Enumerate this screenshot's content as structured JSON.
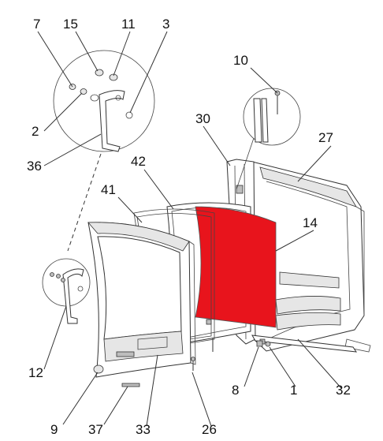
{
  "diagram": {
    "highlight_color": "#e8141c",
    "highlighted_part": "14",
    "callouts": [
      {
        "id": "7",
        "label": "7"
      },
      {
        "id": "15",
        "label": "15"
      },
      {
        "id": "11",
        "label": "11"
      },
      {
        "id": "3",
        "label": "3"
      },
      {
        "id": "2",
        "label": "2"
      },
      {
        "id": "36",
        "label": "36"
      },
      {
        "id": "10",
        "label": "10"
      },
      {
        "id": "30",
        "label": "30"
      },
      {
        "id": "27",
        "label": "27"
      },
      {
        "id": "42",
        "label": "42"
      },
      {
        "id": "41",
        "label": "41"
      },
      {
        "id": "14",
        "label": "14"
      },
      {
        "id": "12",
        "label": "12"
      },
      {
        "id": "8",
        "label": "8"
      },
      {
        "id": "1",
        "label": "1"
      },
      {
        "id": "32",
        "label": "32"
      },
      {
        "id": "9",
        "label": "9"
      },
      {
        "id": "37",
        "label": "37"
      },
      {
        "id": "33",
        "label": "33"
      },
      {
        "id": "26",
        "label": "26"
      }
    ]
  }
}
